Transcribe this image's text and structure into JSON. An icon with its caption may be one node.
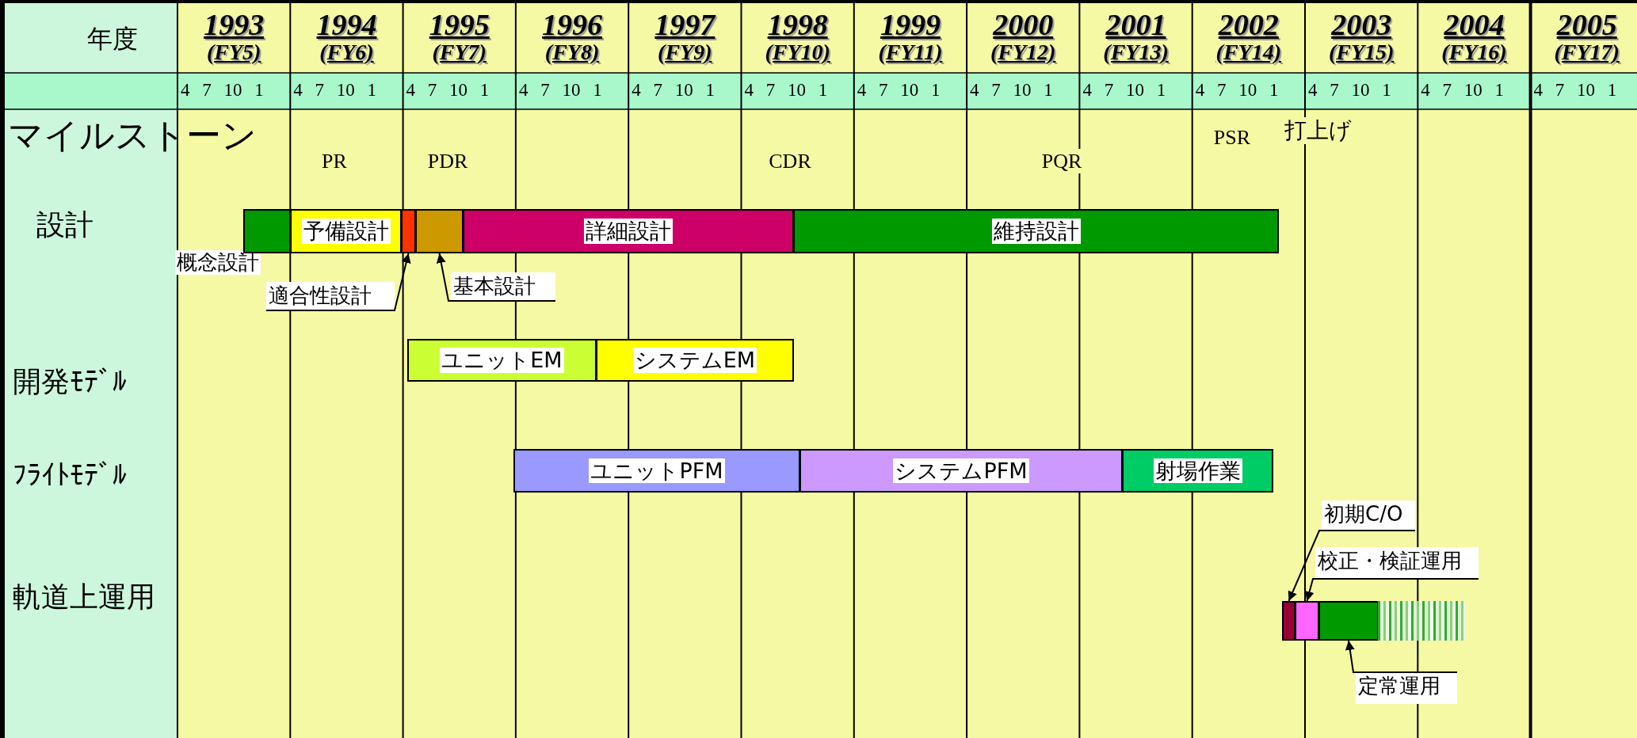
{
  "diagram": {
    "nodes": [
      {
        "text": [],
        "shape": "bar"
      },
      {
        "text": [
          "予備設計"
        ]
      },
      {
        "text": [],
        "shape": "bar"
      },
      {
        "text": [],
        "shape": "bar"
      },
      {
        "text": [
          "詳細設計"
        ]
      },
      {
        "text": [
          "維持設計"
        ]
      },
      {
        "text": [
          "適合性設計"
        ]
      },
      {
        "text": [
          "基本設計"
        ]
      },
      {
        "text": [
          "ユニットEM"
        ]
      },
      {
        "text": [
          "システムEM"
        ]
      },
      {
        "text": [
          "ユニットPFM"
        ]
      },
      {
        "text": [
          "システムPFM"
        ]
      },
      {
        "text": [
          "射場作業"
        ]
      },
      {
        "text": [
          "初期C/O"
        ]
      },
      {
        "text": [
          "校正・検証運用"
        ]
      },
      {
        "text": [],
        "shape": "bar"
      },
      {
        "text": [],
        "shape": "bar"
      },
      {
        "text": [],
        "shape": "bar"
      },
      {
        "text": [],
        "shape": "bar"
      },
      {
        "text": [
          "定常運用"
        ]
      }
    ],
    "edges": [
      {
        "from": 6,
        "to": 2,
        "arrow": "to"
      },
      {
        "from": 7,
        "to": 3,
        "arrow": "to"
      },
      {
        "from": 13,
        "to": 15,
        "arrow": "to"
      },
      {
        "from": 14,
        "to": 16,
        "arrow": "to"
      },
      {
        "from": 19,
        "to": 17,
        "arrow": "to"
      }
    ],
    "labels": [
      "年度",
      "1993",
      "(FY5)",
      "1994",
      "(FY6)",
      "1995",
      "(FY7)",
      "1996",
      "(FY8)",
      "1997",
      "(FY9)",
      "1998",
      "(FY10)",
      "1999",
      "(FY11)",
      "2000",
      "(FY12)",
      "2001",
      "(FY13)",
      "2002",
      "(FY14)",
      "2003",
      "(FY15)",
      "2004",
      "(FY16)",
      "2005",
      "(FY17)",
      "4 7 10 1",
      "4 7 10 1",
      "4 7 10 1",
      "4 7 10 1",
      "4 7 10 1",
      "4 7 10 1",
      "4 7 10 1",
      "4 7 10 1",
      "4 7 10 1",
      "4 7 10 1",
      "4 7 10 1",
      "4 7 10 1",
      "4 7 10 1",
      "マイルストーン",
      "PR",
      "PDR",
      "CDR",
      "PQR",
      "PSR",
      "打上げ",
      "設計",
      "概念設計",
      "開発ﾓﾃﾞﾙ",
      "ﾌﾗｲﾄﾓﾃﾞﾙ",
      "軌道上運用"
    ]
  }
}
